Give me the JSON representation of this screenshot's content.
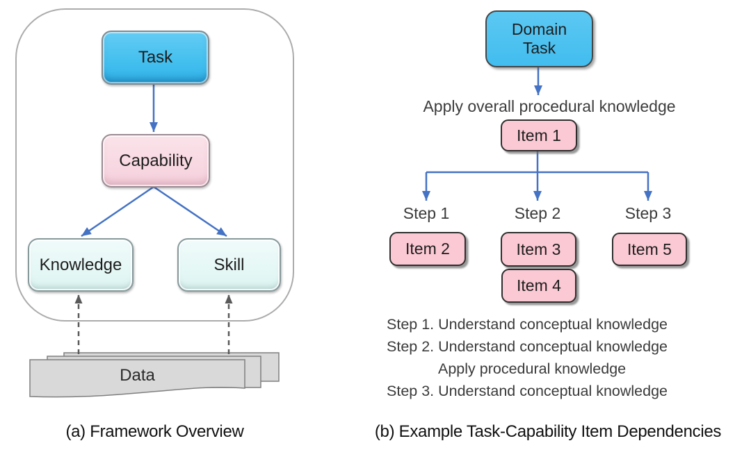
{
  "figure": {
    "panel_a": {
      "caption": "(a) Framework Overview",
      "task": "Task",
      "capability": "Capability",
      "knowledge": "Knowledge",
      "skill": "Skill",
      "data": "Data"
    },
    "panel_b": {
      "caption": "(b) Example Task-Capability Item Dependencies",
      "domain_task": "Domain\nTask",
      "apply_overall": "Apply overall procedural knowledge",
      "items": {
        "item1": "Item 1",
        "item2": "Item 2",
        "item3": "Item 3",
        "item4": "Item 4",
        "item5": "Item 5"
      },
      "step_labels": [
        "Step 1",
        "Step 2",
        "Step 3"
      ],
      "notes": [
        "Step 1. Understand conceptual knowledge",
        "Step 2. Understand conceptual knowledge",
        "Apply procedural knowledge",
        "Step 3. Understand conceptual knowledge"
      ]
    },
    "colors": {
      "node_blue": "#45C0EF",
      "node_pink": "#F5D0DC",
      "node_cyan": "#E0F6F3",
      "item_pink": "#FBC9D4",
      "arrow_blue": "#4472C4",
      "dashed_gray": "#595959",
      "data_gray": "#D9D9D9",
      "container_border": "#ABABAB"
    }
  }
}
